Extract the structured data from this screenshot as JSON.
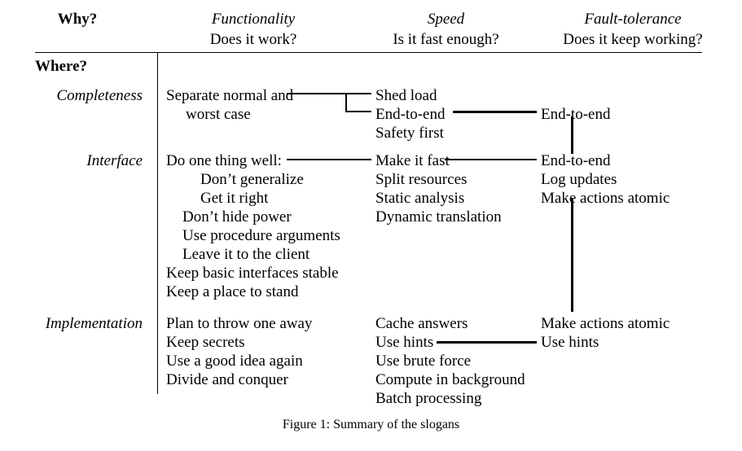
{
  "figure": {
    "caption": "Figure 1: Summary of the slogans",
    "columns": [
      {
        "id": "why",
        "title": "Why?",
        "subtitle": ""
      },
      {
        "id": "func",
        "title": "Functionality",
        "subtitle": "Does it work?"
      },
      {
        "id": "speed",
        "title": "Speed",
        "subtitle": "Is it fast enough?"
      },
      {
        "id": "ft",
        "title": "Fault-tolerance",
        "subtitle": "Does it keep working?"
      }
    ],
    "row_header_label": "Where?",
    "rows": [
      {
        "id": "completeness",
        "label": "Completeness",
        "functionality": [
          "Separate normal and",
          "worst case"
        ],
        "speed": [
          "Shed load",
          "End-to-end",
          "Safety first"
        ],
        "fault_tolerance": [
          "End-to-end"
        ]
      },
      {
        "id": "interface",
        "label": "Interface",
        "functionality": [
          "Do one thing well:",
          "Don’t generalize",
          "Get it right",
          "Don’t hide power",
          "Use procedure arguments",
          "Leave it to the client",
          "Keep basic interfaces stable",
          "Keep a place to stand"
        ],
        "speed": [
          "Make it fast",
          "Split resources",
          "Static analysis",
          "Dynamic translation"
        ],
        "fault_tolerance": [
          "End-to-end",
          "Log updates",
          "Make actions atomic"
        ]
      },
      {
        "id": "implementation",
        "label": "Implementation",
        "functionality": [
          "Plan to throw one away",
          "Keep secrets",
          "Use a good idea again",
          "Divide and conquer"
        ],
        "speed": [
          "Cache answers",
          "Use hints",
          "Use brute force",
          "Compute in background",
          "Batch processing"
        ],
        "fault_tolerance": [
          "Make actions atomic",
          "Use hints"
        ]
      }
    ],
    "colors": {
      "ink": "#000000",
      "paper": "#ffffff"
    }
  }
}
